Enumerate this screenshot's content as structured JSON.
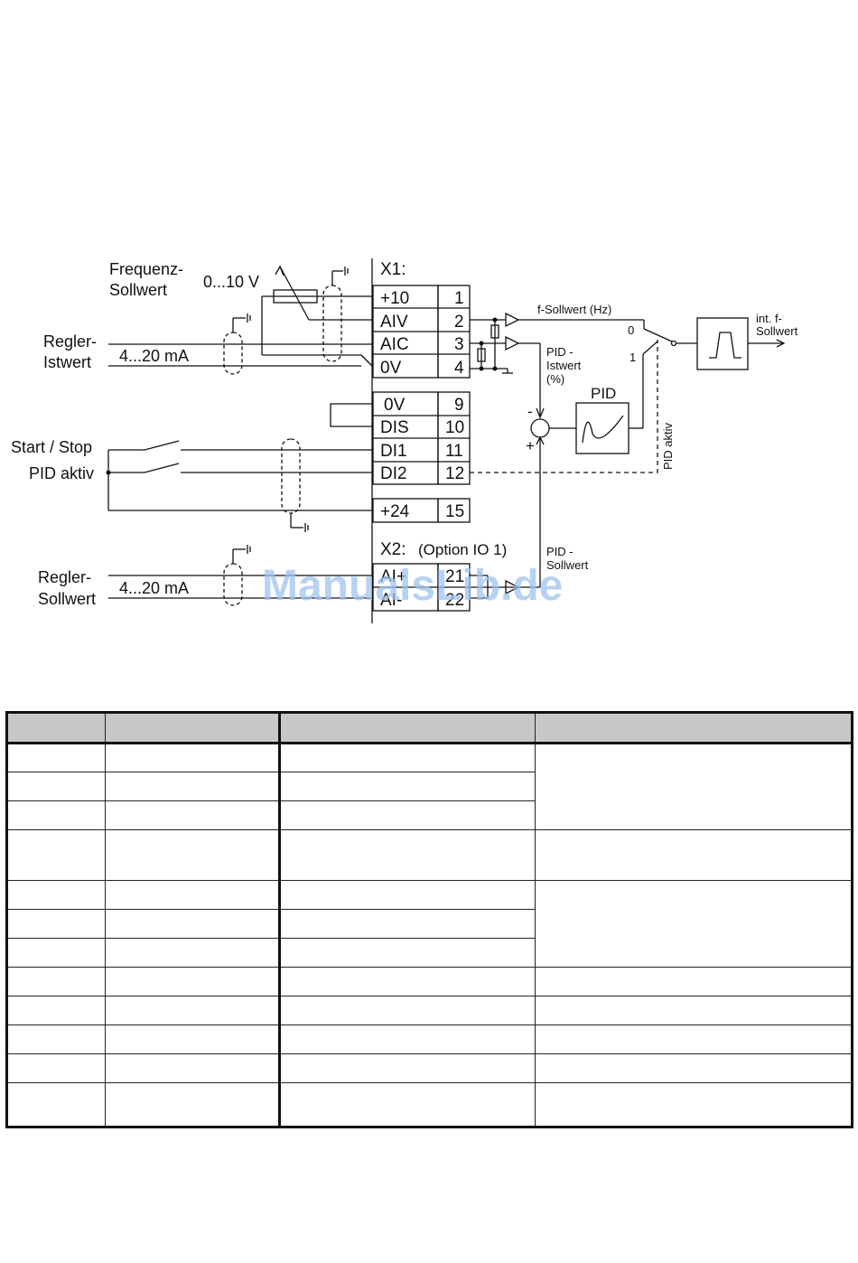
{
  "diagram": {
    "labels": {
      "freq_1": "Frequenz-",
      "freq_2": "Sollwert",
      "voltage": "0...10 V",
      "regler_ist_1": "Regler-",
      "regler_ist_2": "Istwert",
      "current_ist": "4...20 mA",
      "start_stop": "Start / Stop",
      "pid_aktiv_left": "PID aktiv",
      "regler_soll_1": "Regler-",
      "regler_soll_2": "Sollwert",
      "current_soll": "4...20 mA",
      "x1": "X1:",
      "x2": "X2:",
      "x2_option": "(Option IO 1)",
      "f_sollwert": "f-Sollwert (Hz)",
      "pid_istwert_1": "PID -",
      "pid_istwert_2": "Istwert",
      "pid_istwert_3": "(%)",
      "pid_block": "PID",
      "pid_aktiv_vertical": "PID aktiv",
      "pid_sollwert_1": "PID -",
      "pid_sollwert_2": "Sollwert",
      "int_f_1": "int. f-",
      "int_f_2": "Sollwert",
      "sw_0": "0",
      "sw_1": "1",
      "minus": "-",
      "plus": "+",
      "watermark": "ManualsLib.de"
    },
    "terminals_x1": [
      {
        "name": "+10",
        "num": "1"
      },
      {
        "name": "AIV",
        "num": "2"
      },
      {
        "name": "AIC",
        "num": "3"
      },
      {
        "name": "0V",
        "num": "4"
      }
    ],
    "terminals_x1b": [
      {
        "name": "0V",
        "num": "9"
      },
      {
        "name": "DIS",
        "num": "10"
      },
      {
        "name": "DI1",
        "num": "11"
      },
      {
        "name": "DI2",
        "num": "12"
      }
    ],
    "terminal_24": {
      "name": "+24",
      "num": "15"
    },
    "terminals_x2": [
      {
        "name": "AI+",
        "num": "21"
      },
      {
        "name": "AI-",
        "num": "22"
      }
    ]
  },
  "table": {
    "headers": [
      "",
      "",
      "",
      ""
    ],
    "rows": 12
  }
}
